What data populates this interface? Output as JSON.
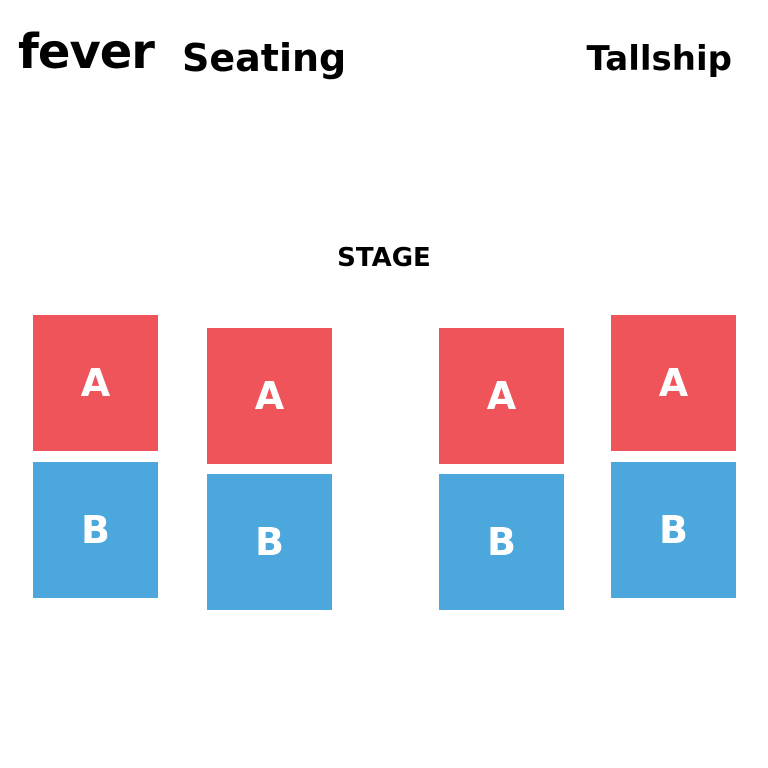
{
  "header": {
    "logo_text": "fever",
    "title": "Seating",
    "venue": "Tallship"
  },
  "stage_label": "STAGE",
  "colors": {
    "zone_a": "#ef545b",
    "zone_b": "#4ca8dc",
    "background": "#ffffff",
    "text": "#000000"
  },
  "seating_map": {
    "columns": [
      {
        "front": "A",
        "back": "B"
      },
      {
        "front": "A",
        "back": "B"
      },
      {
        "front": "A",
        "back": "B"
      },
      {
        "front": "A",
        "back": "B"
      }
    ]
  }
}
